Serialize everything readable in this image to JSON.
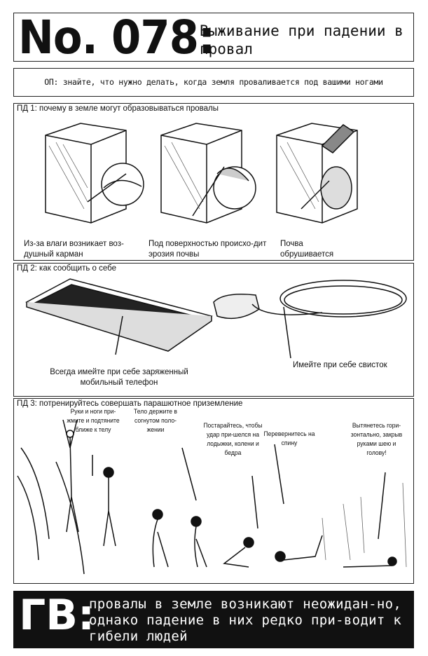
{
  "header": {
    "number": "No. 078:",
    "title": "Выживание при падении в провал"
  },
  "objective": "ОП: знайте, что нужно делать, когда земля проваливается под вашими ногами",
  "step1": {
    "heading": "ПД 1: почему в земле могут образовываться провалы",
    "captions": [
      "Из-за влаги возникает воз-душный карман",
      "Под поверхностью происхо-дит эрозия почвы",
      "Почва обрушивается"
    ]
  },
  "step2": {
    "heading": "ПД 2: как сообщить о себе",
    "captions": [
      "Всегда имейте при себе заряженный мобильный телефон",
      "Имейте при себе свисток"
    ]
  },
  "step3": {
    "heading": "ПД 3: потренируйтесь совершать парашютное приземление",
    "captions": [
      "Руки и ноги при-жмите и подтяните ближе к телу",
      "Тело держите в согнутом поло-жении",
      "Постарайтесь, чтобы удар при-шелся на лодыжки, колени и бедра",
      "Перевернитесь на спину",
      "Вытянетесь гори-зонтально, закрыв руками шею и голову!"
    ]
  },
  "conclusion": {
    "label": "ГВ:",
    "text": "провалы в земле возникают неожидан-но, однако падение в них редко при-водит к гибели людей"
  }
}
